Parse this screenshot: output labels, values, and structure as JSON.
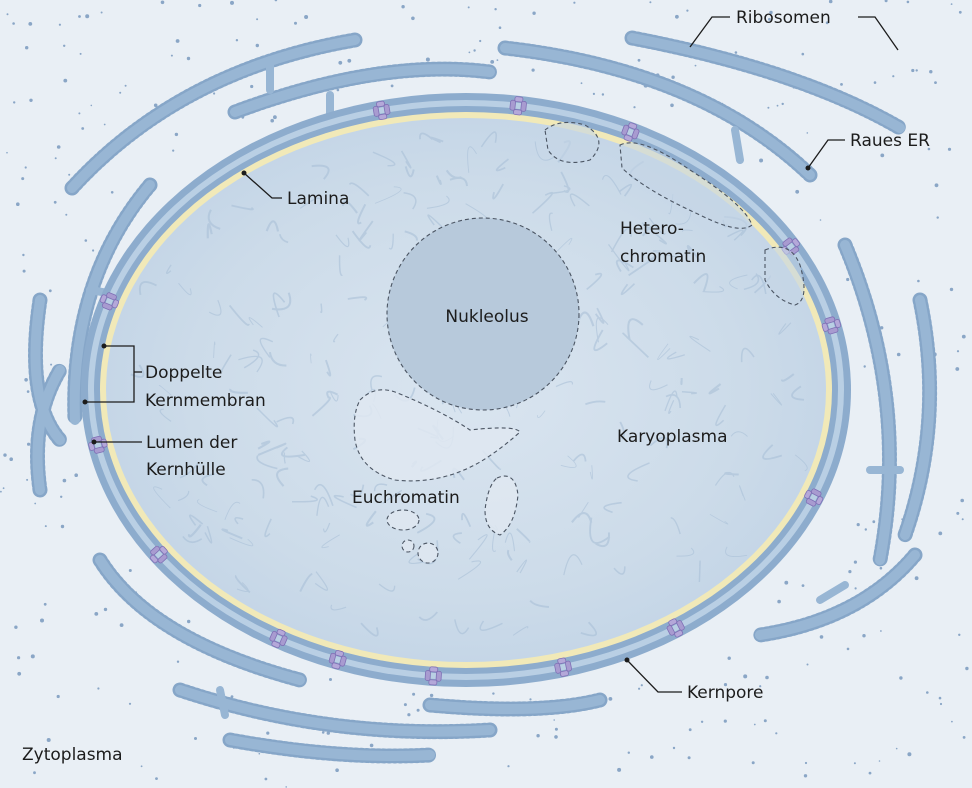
{
  "labels": {
    "ribosomen": "Ribosomen",
    "raues_er": "Raues ER",
    "lamina": "Lamina",
    "hetero_1": "Hetero-",
    "hetero_2": "chromatin",
    "nukleolus": "Nukleolus",
    "doppelte": "Doppelte",
    "kernmembran": "Kernmembran",
    "lumen_1": "Lumen der",
    "lumen_2": "Kernhülle",
    "karyoplasma": "Karyoplasma",
    "euchromatin": "Euchromatin",
    "kernpore": "Kernpore",
    "zytoplasma": "Zytoplasma"
  },
  "colors": {
    "cytoplasm": "#e9eff5",
    "membrane": "#8daccd",
    "membrane_light": "#b5cbe2",
    "er": "#98b6d4",
    "lamina": "#f1e9b8",
    "pore": "#a89bd0",
    "ribosome": "#7f9fc2",
    "nucleoplasm": "#cddcea",
    "nucleolus": "#b7c9db"
  }
}
